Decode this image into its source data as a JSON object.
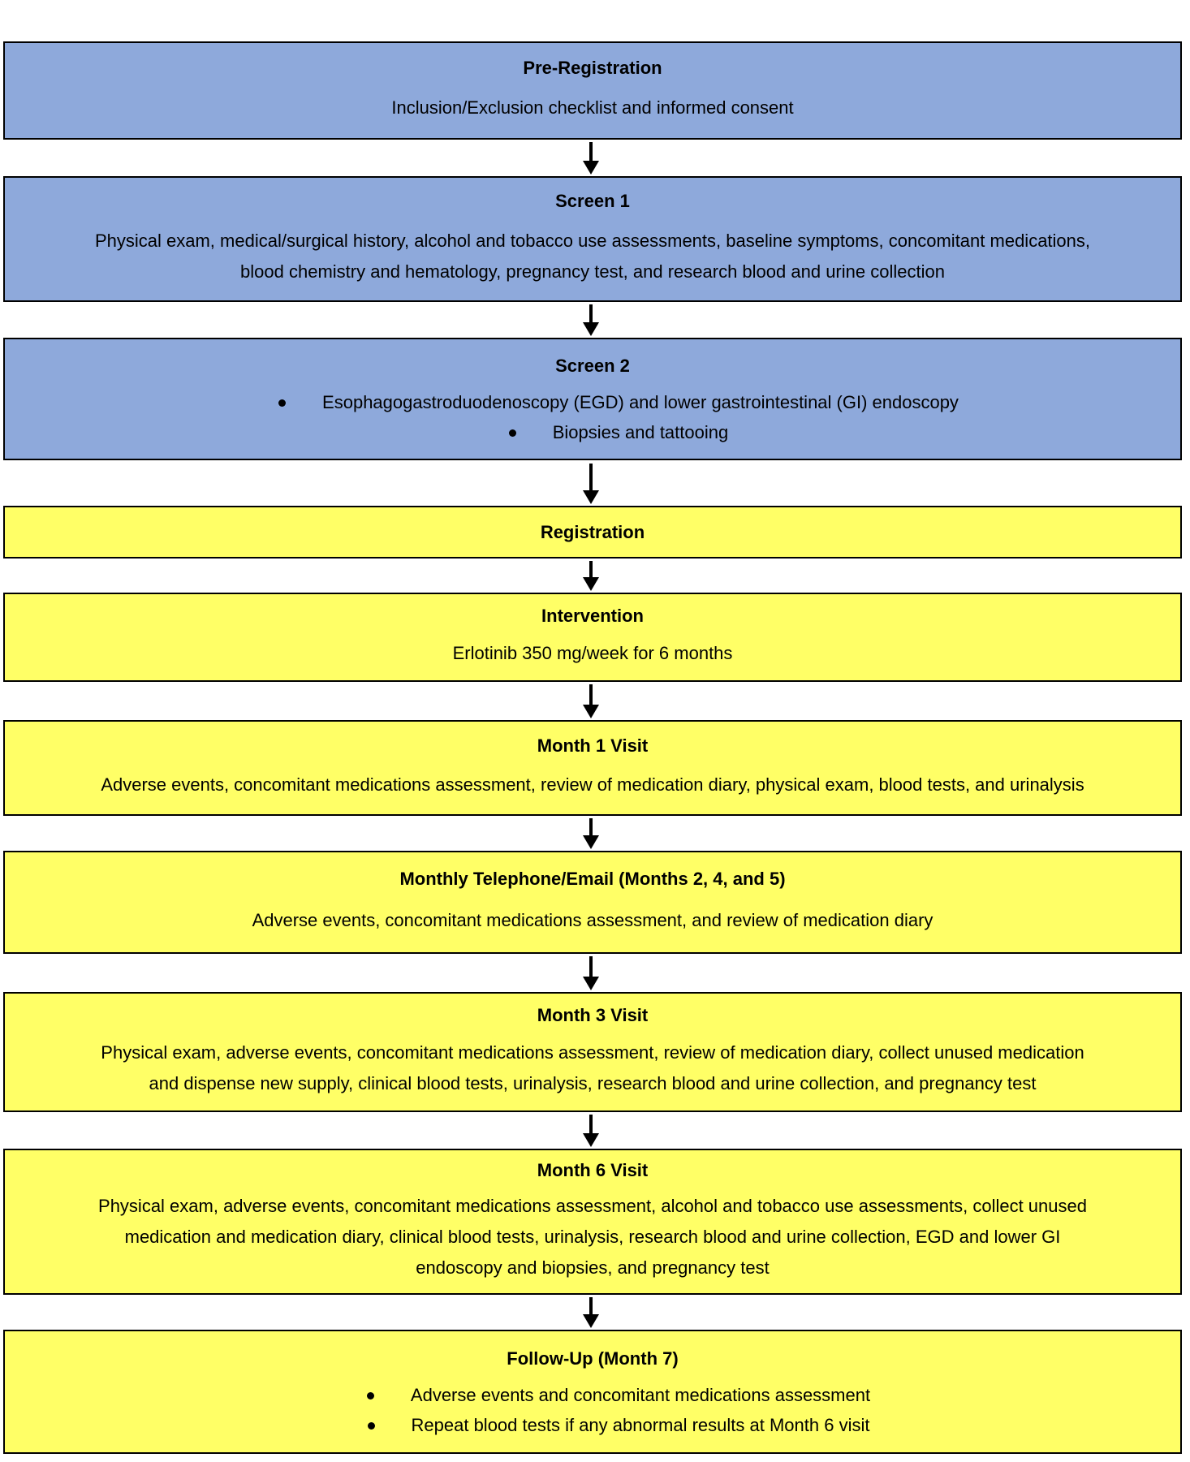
{
  "colors": {
    "screening_phase_fill": "#8EA9DB",
    "treatment_phase_fill": "#FFFF66",
    "box_border": "#000000",
    "text": "#000000",
    "arrow": "#000000",
    "background": "#FFFFFF"
  },
  "flowchart": {
    "boxes": [
      {
        "id": "pre-registration",
        "phase": "screening",
        "title": "Pre-Registration",
        "body": "Inclusion/Exclusion checklist and informed consent"
      },
      {
        "id": "screen-1",
        "phase": "screening",
        "title": "Screen 1",
        "body": "Physical exam, medical/surgical history, alcohol and tobacco use assessments, baseline symptoms, concomitant medications, blood chemistry and hematology, pregnancy test, and research blood and urine collection"
      },
      {
        "id": "screen-2",
        "phase": "screening",
        "title": "Screen 2",
        "bullets": [
          "Esophagogastroduodenoscopy (EGD) and lower gastrointestinal (GI) endoscopy",
          "Biopsies and tattooing"
        ]
      },
      {
        "id": "registration",
        "phase": "treatment",
        "title": "Registration"
      },
      {
        "id": "intervention",
        "phase": "treatment",
        "title": "Intervention",
        "body": "Erlotinib 350 mg/week for 6 months"
      },
      {
        "id": "month-1-visit",
        "phase": "treatment",
        "title": "Month 1 Visit",
        "body": "Adverse events, concomitant medications assessment, review of medication diary, physical exam, blood tests, and urinalysis"
      },
      {
        "id": "monthly-telephone-email",
        "phase": "treatment",
        "title": "Monthly Telephone/Email (Months 2, 4, and 5)",
        "body": "Adverse events, concomitant medications assessment, and review of medication diary"
      },
      {
        "id": "month-3-visit",
        "phase": "treatment",
        "title": "Month 3 Visit",
        "body": "Physical exam, adverse events, concomitant medications assessment, review of medication diary, collect unused medication and dispense new supply, clinical blood tests, urinalysis, research blood and urine collection, and pregnancy test"
      },
      {
        "id": "month-6-visit",
        "phase": "treatment",
        "title": "Month 6 Visit",
        "body": "Physical exam, adverse events, concomitant medications assessment, alcohol and tobacco use assessments, collect unused medication and medication diary, clinical blood tests, urinalysis, research blood and urine collection, EGD and lower GI endoscopy and biopsies, and pregnancy test"
      },
      {
        "id": "follow-up-month-7",
        "phase": "treatment",
        "title": "Follow-Up (Month 7)",
        "bullets": [
          "Adverse events and concomitant medications assessment",
          "Repeat blood tests if any abnormal results at Month 6 visit"
        ]
      }
    ]
  }
}
